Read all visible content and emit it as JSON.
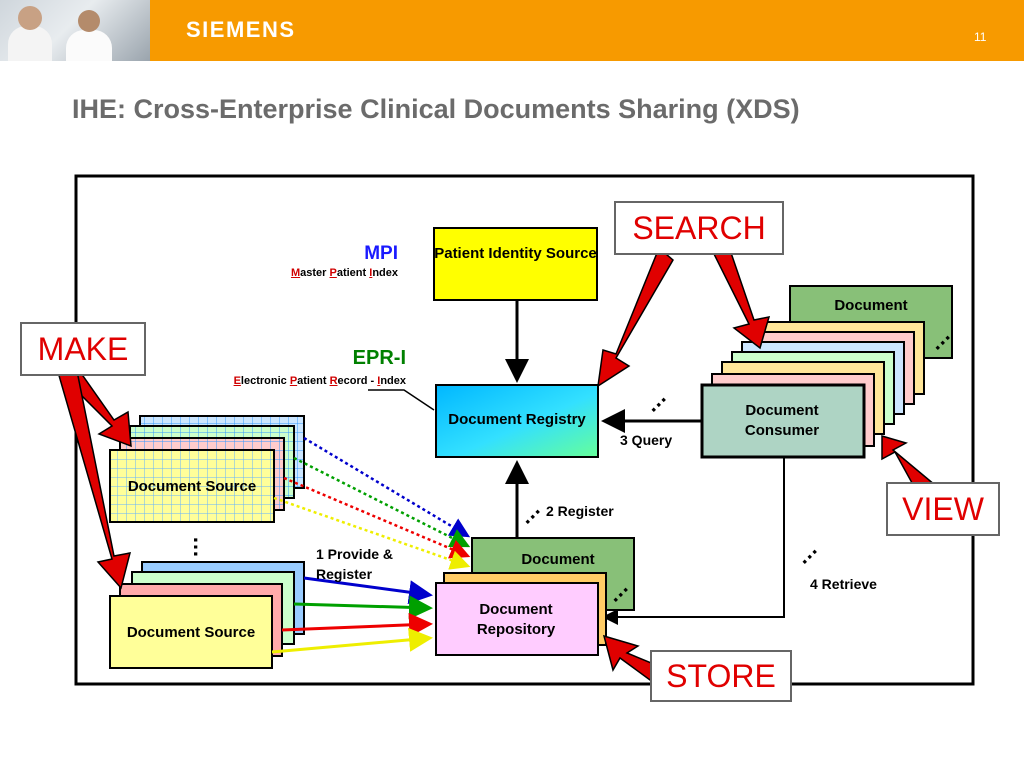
{
  "header": {
    "brand": "SIEMENS",
    "page_number": "11"
  },
  "slide": {
    "title": "IHE: Cross-Enterprise Clinical Documents Sharing (XDS)"
  },
  "colors": {
    "header_orange": "#f79a00",
    "arrow_red": "#e00000",
    "mpi_blue": "#1a1aff",
    "epr_green": "#008000"
  },
  "mpi": {
    "acronym": "MPI",
    "l1": "M",
    "r1": "aster ",
    "l2": "P",
    "r2": "atient ",
    "l3": "I",
    "r3": "ndex"
  },
  "epr": {
    "acronym": "EPR-I",
    "l1": "E",
    "r1": "lectronic ",
    "l2": "P",
    "r2": "atient ",
    "l3": "R",
    "r3": "ecord - ",
    "l4": "I",
    "r4": "ndex"
  },
  "boxes": {
    "patient_identity_source": "Patient Identity Source",
    "document_registry": "Document Registry",
    "document_consumer": "Document Consumer",
    "document_repository": "Document Repository",
    "document_source_top": "Document Source",
    "document_source_bottom": "Document Source",
    "document_back_right": "Document",
    "document_back_bottom": "Document"
  },
  "labels": {
    "provide_register": "1 Provide & Register",
    "register": "2 Register",
    "query": "3 Query",
    "retrieve": "4 Retrieve",
    "dots": "…"
  },
  "callouts": {
    "make": "MAKE",
    "search": "SEARCH",
    "view": "VIEW",
    "store": "STORE"
  }
}
